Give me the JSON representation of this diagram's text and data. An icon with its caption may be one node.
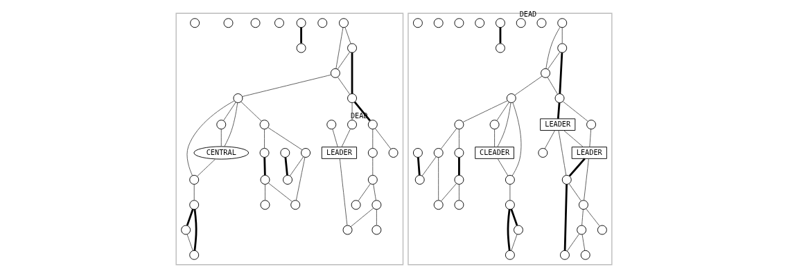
{
  "diagram": {
    "nodes": [
      {
        "text": [],
        "shape": "box"
      },
      {
        "text": [],
        "shape": "circle",
        "in": 0
      },
      {
        "text": [],
        "shape": "circle",
        "in": 0
      },
      {
        "text": [],
        "shape": "circle",
        "in": 0
      },
      {
        "text": [],
        "shape": "circle",
        "in": 0
      },
      {
        "text": [],
        "shape": "circle",
        "in": 0
      },
      {
        "text": [],
        "shape": "circle",
        "in": 0,
        "beside": [
          "DEAD"
        ]
      },
      {
        "text": [],
        "shape": "circle",
        "in": 0
      },
      {
        "text": [
          "LEADER"
        ],
        "in": 0
      },
      {
        "text": [],
        "shape": "circle",
        "in": 0
      },
      {
        "text": [],
        "shape": "circle",
        "in": 0
      },
      {
        "text": [],
        "shape": "circle",
        "in": 0
      },
      {
        "text": [],
        "shape": "circle",
        "in": 0
      },
      {
        "text": [],
        "shape": "circle",
        "in": 0
      },
      {
        "text": [],
        "shape": "circle",
        "in": 0
      },
      {
        "text": [],
        "shape": "circle",
        "in": 0
      },
      {
        "text": [],
        "shape": "circle",
        "in": 0
      },
      {
        "text": [],
        "shape": "circle",
        "in": 0
      },
      {
        "text": [
          "CENTRAL"
        ],
        "in": 0
      },
      {
        "text": [],
        "shape": "circle",
        "in": 0
      },
      {
        "text": [],
        "shape": "circle",
        "in": 0
      },
      {
        "text": [],
        "shape": "circle",
        "in": 0
      },
      {
        "text": [],
        "shape": "circle",
        "in": 0
      },
      {
        "text": [],
        "shape": "circle",
        "in": 0
      },
      {
        "text": [],
        "shape": "circle",
        "in": 0
      },
      {
        "text": [],
        "shape": "circle",
        "in": 0
      },
      {
        "text": [],
        "shape": "circle",
        "in": 0
      },
      {
        "text": [],
        "shape": "circle",
        "in": 0
      },
      {
        "text": [],
        "shape": "circle",
        "in": 0
      },
      {
        "text": [],
        "shape": "circle",
        "in": 0
      },
      {
        "text": [],
        "shape": "circle",
        "in": 0
      },
      {
        "text": [],
        "shape": "circle",
        "in": 0
      },
      {
        "text": [],
        "shape": "circle",
        "in": 0
      },
      {
        "text": [],
        "shape": "circle",
        "in": 0
      },
      {
        "text": [],
        "shape": "circle",
        "in": 0
      },
      {
        "text": [],
        "shape": "circle",
        "in": 0
      },
      {
        "text": [],
        "shape": "circle",
        "in": 0
      },
      {
        "text": [],
        "shape": "circle",
        "in": 0
      },
      {
        "text": [],
        "shape": "box"
      },
      {
        "text": [],
        "shape": "circle",
        "in": 38
      },
      {
        "text": [],
        "shape": "circle",
        "in": 38
      },
      {
        "text": [],
        "shape": "circle",
        "in": 38
      },
      {
        "text": [],
        "shape": "circle",
        "in": 38
      },
      {
        "text": [
          "LEADER"
        ],
        "in": 38
      },
      {
        "text": [],
        "shape": "circle",
        "in": 38,
        "beside": [
          "DEAD"
        ]
      },
      {
        "text": [],
        "shape": "circle",
        "in": 38
      },
      {
        "text": [
          "LEADER"
        ],
        "in": 38
      },
      {
        "text": [],
        "shape": "circle",
        "in": 38
      },
      {
        "text": [],
        "shape": "circle",
        "in": 38
      },
      {
        "text": [],
        "shape": "circle",
        "in": 38
      },
      {
        "text": [],
        "shape": "circle",
        "in": 38
      },
      {
        "text": [],
        "shape": "circle",
        "in": 38
      },
      {
        "text": [],
        "shape": "circle",
        "in": 38
      },
      {
        "text": [],
        "shape": "circle",
        "in": 38
      },
      {
        "text": [],
        "shape": "circle",
        "in": 38
      },
      {
        "text": [
          "CLEADER"
        ],
        "in": 38
      },
      {
        "text": [],
        "shape": "circle",
        "in": 38
      },
      {
        "text": [],
        "shape": "circle",
        "in": 38
      },
      {
        "text": [],
        "shape": "circle",
        "in": 38
      },
      {
        "text": [],
        "shape": "circle",
        "in": 38
      },
      {
        "text": [],
        "shape": "circle",
        "in": 38
      },
      {
        "text": [],
        "shape": "circle",
        "in": 38
      },
      {
        "text": [],
        "shape": "circle",
        "in": 38
      },
      {
        "text": [],
        "shape": "circle",
        "in": 38
      },
      {
        "text": [],
        "shape": "circle",
        "in": 38
      },
      {
        "text": [],
        "shape": "circle",
        "in": 38
      },
      {
        "text": [],
        "shape": "circle",
        "in": 38
      },
      {
        "text": [],
        "shape": "circle",
        "in": 38
      },
      {
        "text": [],
        "shape": "circle",
        "in": 38
      },
      {
        "text": [],
        "shape": "circle",
        "in": 38
      },
      {
        "text": [],
        "shape": "circle",
        "in": 38
      },
      {
        "text": [],
        "shape": "circle",
        "in": 38
      },
      {
        "text": [],
        "shape": "circle",
        "in": 38
      },
      {
        "text": [],
        "shape": "circle",
        "in": 38
      },
      {
        "text": [],
        "shape": "circle",
        "in": 38
      },
      {
        "text": [],
        "shape": "circle",
        "in": 38
      }
    ],
    "edges": [
      {
        "from": 1,
        "to": 2,
        "arrow": "none"
      },
      {
        "from": 1,
        "to": 3,
        "arrow": "none"
      },
      {
        "from": 2,
        "to": 3,
        "arrow": "none"
      },
      {
        "from": 2,
        "to": 4,
        "arrow": "none",
        "style": "thick"
      },
      {
        "from": 3,
        "to": 4,
        "arrow": "none"
      },
      {
        "from": 3,
        "to": 16,
        "arrow": "none"
      },
      {
        "from": 4,
        "to": 6,
        "arrow": "none",
        "style": "thick"
      },
      {
        "from": 4,
        "to": 7,
        "arrow": "none"
      },
      {
        "from": 5,
        "to": 8,
        "arrow": "none"
      },
      {
        "from": 6,
        "to": 9,
        "arrow": "none"
      },
      {
        "from": 6,
        "to": 10,
        "arrow": "none"
      },
      {
        "from": 7,
        "to": 8,
        "arrow": "none"
      },
      {
        "from": 8,
        "to": 14,
        "arrow": "none"
      },
      {
        "from": 9,
        "to": 11,
        "arrow": "none"
      },
      {
        "from": 11,
        "to": 12,
        "arrow": "none"
      },
      {
        "from": 11,
        "to": 13,
        "arrow": "none"
      },
      {
        "from": 13,
        "to": 14,
        "arrow": "none"
      },
      {
        "from": 13,
        "to": 15,
        "arrow": "none"
      },
      {
        "from": 16,
        "to": 20,
        "arrow": "none"
      },
      {
        "from": 16,
        "to": 17,
        "arrow": "none"
      },
      {
        "from": 16,
        "to": 18,
        "arrow": "none"
      },
      {
        "from": 16,
        "to": 19,
        "arrow": "none"
      },
      {
        "from": 17,
        "to": 18,
        "arrow": "none"
      },
      {
        "from": 18,
        "to": 19,
        "arrow": "none"
      },
      {
        "from": 19,
        "to": 29,
        "arrow": "none"
      },
      {
        "from": 20,
        "to": 21,
        "arrow": "none"
      },
      {
        "from": 20,
        "to": 23,
        "arrow": "none"
      },
      {
        "from": 21,
        "to": 22,
        "arrow": "none",
        "style": "thick"
      },
      {
        "from": 22,
        "to": 27,
        "arrow": "none"
      },
      {
        "from": 22,
        "to": 24,
        "arrow": "none"
      },
      {
        "from": 23,
        "to": 24,
        "arrow": "none"
      },
      {
        "from": 23,
        "to": 26,
        "arrow": "none"
      },
      {
        "from": 25,
        "to": 26,
        "arrow": "none",
        "style": "thick"
      },
      {
        "from": 29,
        "to": 30,
        "arrow": "none",
        "style": "thick"
      },
      {
        "from": 29,
        "to": 33,
        "arrow": "none",
        "style": "thick"
      },
      {
        "from": 30,
        "to": 33,
        "arrow": "none"
      },
      {
        "from": 31,
        "to": 32,
        "arrow": "none",
        "style": "thick"
      },
      {
        "from": 39,
        "to": 40,
        "arrow": "none"
      },
      {
        "from": 39,
        "to": 41,
        "arrow": "none"
      },
      {
        "from": 40,
        "to": 41,
        "arrow": "none"
      },
      {
        "from": 40,
        "to": 42,
        "arrow": "none",
        "style": "thick"
      },
      {
        "from": 41,
        "to": 42,
        "arrow": "none"
      },
      {
        "from": 41,
        "to": 53,
        "arrow": "none"
      },
      {
        "from": 42,
        "to": 43,
        "arrow": "none",
        "style": "thick"
      },
      {
        "from": 42,
        "to": 45,
        "arrow": "none"
      },
      {
        "from": 43,
        "to": 75,
        "arrow": "none"
      },
      {
        "from": 43,
        "to": 46,
        "arrow": "none"
      },
      {
        "from": 43,
        "to": 47,
        "arrow": "none"
      },
      {
        "from": 45,
        "to": 46,
        "arrow": "none"
      },
      {
        "from": 46,
        "to": 47,
        "arrow": "none",
        "style": "thick"
      },
      {
        "from": 47,
        "to": 51,
        "arrow": "none",
        "style": "thick"
      },
      {
        "from": 47,
        "to": 48,
        "arrow": "none"
      },
      {
        "from": 46,
        "to": 48,
        "arrow": "none"
      },
      {
        "from": 48,
        "to": 49,
        "arrow": "none"
      },
      {
        "from": 48,
        "to": 50,
        "arrow": "none"
      },
      {
        "from": 50,
        "to": 51,
        "arrow": "none"
      },
      {
        "from": 50,
        "to": 52,
        "arrow": "none"
      },
      {
        "from": 53,
        "to": 57,
        "arrow": "none"
      },
      {
        "from": 53,
        "to": 54,
        "arrow": "none"
      },
      {
        "from": 53,
        "to": 55,
        "arrow": "none"
      },
      {
        "from": 53,
        "to": 56,
        "arrow": "none"
      },
      {
        "from": 54,
        "to": 55,
        "arrow": "none"
      },
      {
        "from": 55,
        "to": 56,
        "arrow": "none"
      },
      {
        "from": 56,
        "to": 66,
        "arrow": "none"
      },
      {
        "from": 57,
        "to": 58,
        "arrow": "none"
      },
      {
        "from": 57,
        "to": 60,
        "arrow": "none"
      },
      {
        "from": 58,
        "to": 59,
        "arrow": "none",
        "style": "thick"
      },
      {
        "from": 59,
        "to": 64,
        "arrow": "none"
      },
      {
        "from": 59,
        "to": 61,
        "arrow": "none"
      },
      {
        "from": 60,
        "to": 61,
        "arrow": "none"
      },
      {
        "from": 60,
        "to": 63,
        "arrow": "none"
      },
      {
        "from": 62,
        "to": 63,
        "arrow": "none",
        "style": "thick"
      },
      {
        "from": 66,
        "to": 67,
        "arrow": "none",
        "style": "thick"
      },
      {
        "from": 66,
        "to": 70,
        "arrow": "none",
        "style": "thick"
      },
      {
        "from": 67,
        "to": 70,
        "arrow": "none"
      },
      {
        "from": 68,
        "to": 69,
        "arrow": "none",
        "style": "thick"
      }
    ]
  }
}
